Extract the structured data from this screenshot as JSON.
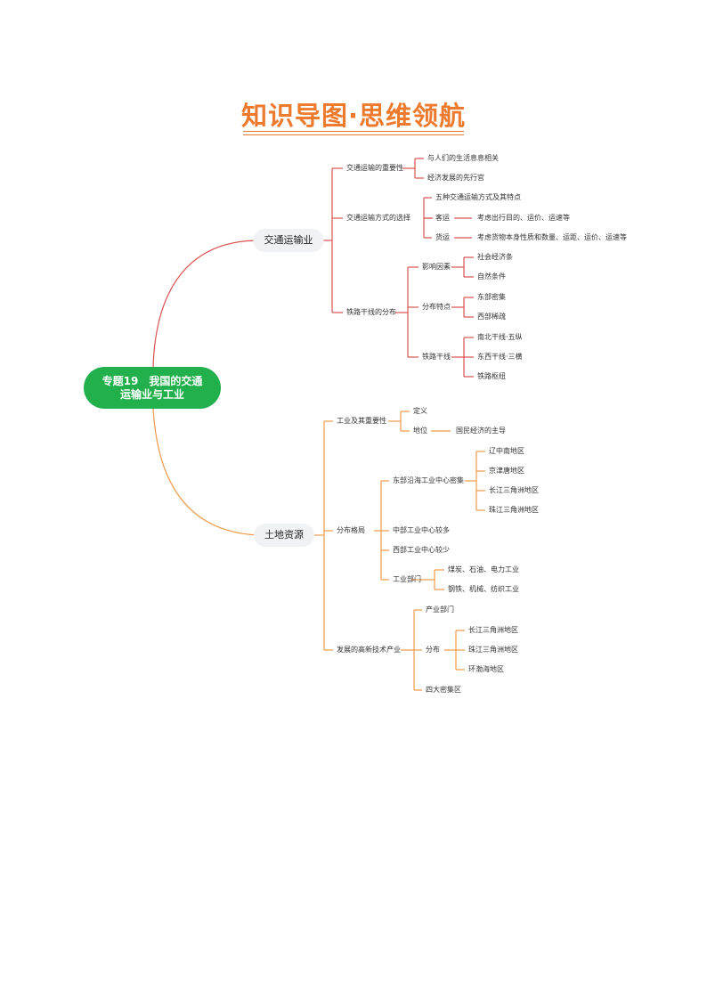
{
  "title": "知识导图·思维领航",
  "colors": {
    "transport_branch": "#d9534f",
    "industry_branch": "#ee9a4a",
    "root": "#21b04b",
    "title": "#ee7a2e"
  },
  "root": {
    "label": "专题19　我国的交通运输业与工业"
  },
  "transport": {
    "label": "交通运输业",
    "importance": {
      "label": "交通运输的重要性",
      "items": [
        "与人们的生活息息相关",
        "经济发展的先行官"
      ]
    },
    "choice": {
      "label": "交通运输方式的选择",
      "five_modes": "五种交通运输方式及其特点",
      "passenger": {
        "label": "客运",
        "detail": "考虑出行目的、运价、运速等"
      },
      "freight": {
        "label": "货运",
        "detail": "考虑货物本身性质和数量、运距、运价、运速等"
      }
    },
    "rail": {
      "label": "铁路干线的分布",
      "factors": {
        "label": "影响因素",
        "items": [
          "社会经济条",
          "自然条件"
        ]
      },
      "features": {
        "label": "分布特点",
        "items": [
          "东部密集",
          "西部稀疏"
        ]
      },
      "lines": {
        "label": "铁路干线",
        "items": [
          "南北干线·五纵",
          "东西干线·三横",
          "铁路枢纽"
        ]
      }
    }
  },
  "industry": {
    "label": "土地资源",
    "importance": {
      "label": "工业及其重要性",
      "definition": "定义",
      "status": {
        "label": "地位",
        "detail": "国民经济的主导"
      }
    },
    "layout": {
      "label": "分布格局",
      "east": {
        "label": "东部沿海工业中心密集",
        "items": [
          "辽中南地区",
          "京津唐地区",
          "长江三角洲地区",
          "珠江三角洲地区"
        ]
      },
      "central": "中部工业中心较多",
      "west": "西部工业中心较少",
      "sectors": {
        "label": "工业部门",
        "items": [
          "煤炭、石油、电力工业",
          "钢铁、机械、纺织工业"
        ]
      }
    },
    "hightech": {
      "label": "发展的高新技术产业",
      "dept": "产业部门",
      "distribution": {
        "label": "分布",
        "items": [
          "长江三角洲地区",
          "珠江三角洲地区",
          "环渤海地区"
        ]
      },
      "clusters": "四大密集区"
    }
  }
}
